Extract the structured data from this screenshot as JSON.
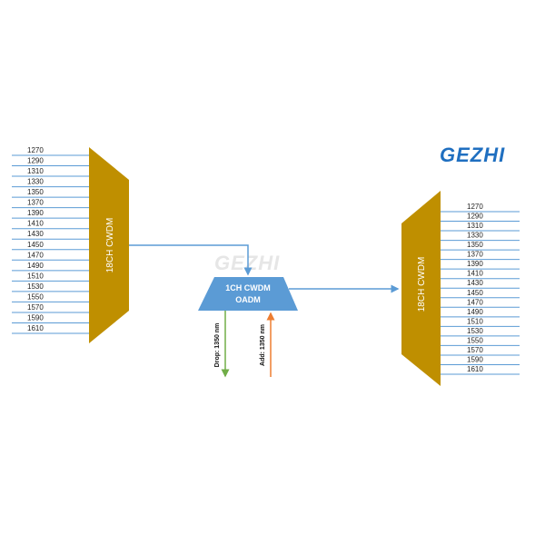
{
  "logo": {
    "text": "GEZHI",
    "color": "#1f6fc0"
  },
  "watermark": {
    "text": "GEZHI"
  },
  "left_mux": {
    "label": "18CH CWDM",
    "color": "#bf8f00",
    "channels": [
      "1270",
      "1290",
      "1310",
      "1330",
      "1350",
      "1370",
      "1390",
      "1410",
      "1430",
      "1450",
      "1470",
      "1490",
      "1510",
      "1530",
      "1550",
      "1570",
      "1590",
      "1610"
    ]
  },
  "right_demux": {
    "label": "18CH CWDM",
    "color": "#bf8f00",
    "channels": [
      "1270",
      "1290",
      "1310",
      "1330",
      "1350",
      "1370",
      "1390",
      "1410",
      "1430",
      "1450",
      "1470",
      "1490",
      "1510",
      "1530",
      "1550",
      "1570",
      "1590",
      "1610"
    ]
  },
  "oadm": {
    "line1": "1CH CWDM",
    "line2": "OADM",
    "color": "#5b9bd5"
  },
  "drop_port": {
    "label": "Drop: 1350 nm",
    "color": "#70ad47"
  },
  "add_port": {
    "label": "Add: 1350 nm",
    "color": "#ed7d31"
  },
  "line_color": "#5b9bd5"
}
